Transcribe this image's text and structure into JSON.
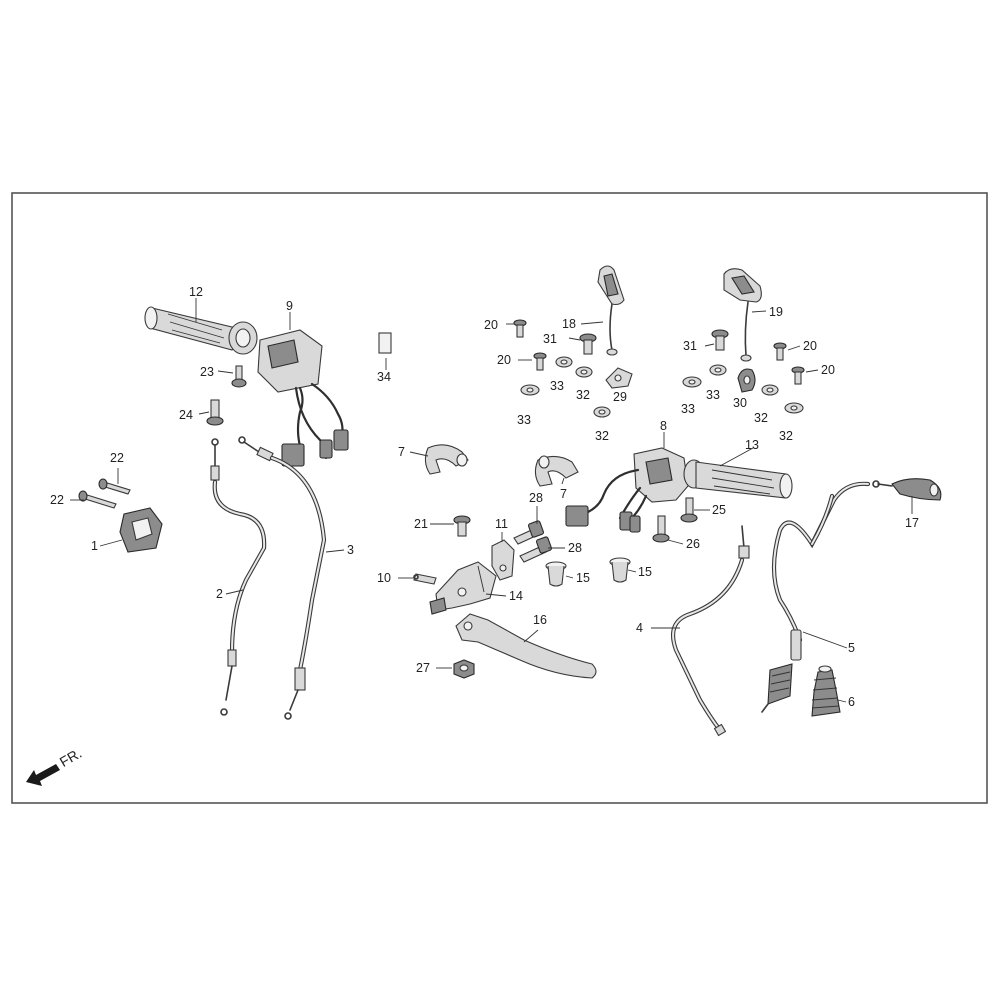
{
  "direction_label": "FR.",
  "callouts": [
    {
      "id": "c1",
      "text": "1"
    },
    {
      "id": "c2",
      "text": "2"
    },
    {
      "id": "c3",
      "text": "3"
    },
    {
      "id": "c4",
      "text": "4"
    },
    {
      "id": "c5",
      "text": "5"
    },
    {
      "id": "c6",
      "text": "6"
    },
    {
      "id": "c7a",
      "text": "7"
    },
    {
      "id": "c7b",
      "text": "7"
    },
    {
      "id": "c8",
      "text": "8"
    },
    {
      "id": "c9",
      "text": "9"
    },
    {
      "id": "c10",
      "text": "10"
    },
    {
      "id": "c11",
      "text": "11"
    },
    {
      "id": "c12",
      "text": "12"
    },
    {
      "id": "c13",
      "text": "13"
    },
    {
      "id": "c14",
      "text": "14"
    },
    {
      "id": "c15a",
      "text": "15"
    },
    {
      "id": "c15b",
      "text": "15"
    },
    {
      "id": "c16",
      "text": "16"
    },
    {
      "id": "c17",
      "text": "17"
    },
    {
      "id": "c18",
      "text": "18"
    },
    {
      "id": "c19",
      "text": "19"
    },
    {
      "id": "c20a",
      "text": "20"
    },
    {
      "id": "c20b",
      "text": "20"
    },
    {
      "id": "c20c",
      "text": "20"
    },
    {
      "id": "c20d",
      "text": "20"
    },
    {
      "id": "c21",
      "text": "21"
    },
    {
      "id": "c22a",
      "text": "22"
    },
    {
      "id": "c22b",
      "text": "22"
    },
    {
      "id": "c23",
      "text": "23"
    },
    {
      "id": "c24",
      "text": "24"
    },
    {
      "id": "c25",
      "text": "25"
    },
    {
      "id": "c26",
      "text": "26"
    },
    {
      "id": "c27",
      "text": "27"
    },
    {
      "id": "c28a",
      "text": "28"
    },
    {
      "id": "c28b",
      "text": "28"
    },
    {
      "id": "c29",
      "text": "29"
    },
    {
      "id": "c30",
      "text": "30"
    },
    {
      "id": "c31a",
      "text": "31"
    },
    {
      "id": "c31b",
      "text": "31"
    },
    {
      "id": "c32a",
      "text": "32"
    },
    {
      "id": "c32b",
      "text": "32"
    },
    {
      "id": "c32c",
      "text": "32"
    },
    {
      "id": "c32d",
      "text": "32"
    },
    {
      "id": "c33a",
      "text": "33"
    },
    {
      "id": "c33b",
      "text": "33"
    },
    {
      "id": "c33c",
      "text": "33"
    },
    {
      "id": "c33d",
      "text": "33"
    },
    {
      "id": "c34",
      "text": "34"
    }
  ]
}
